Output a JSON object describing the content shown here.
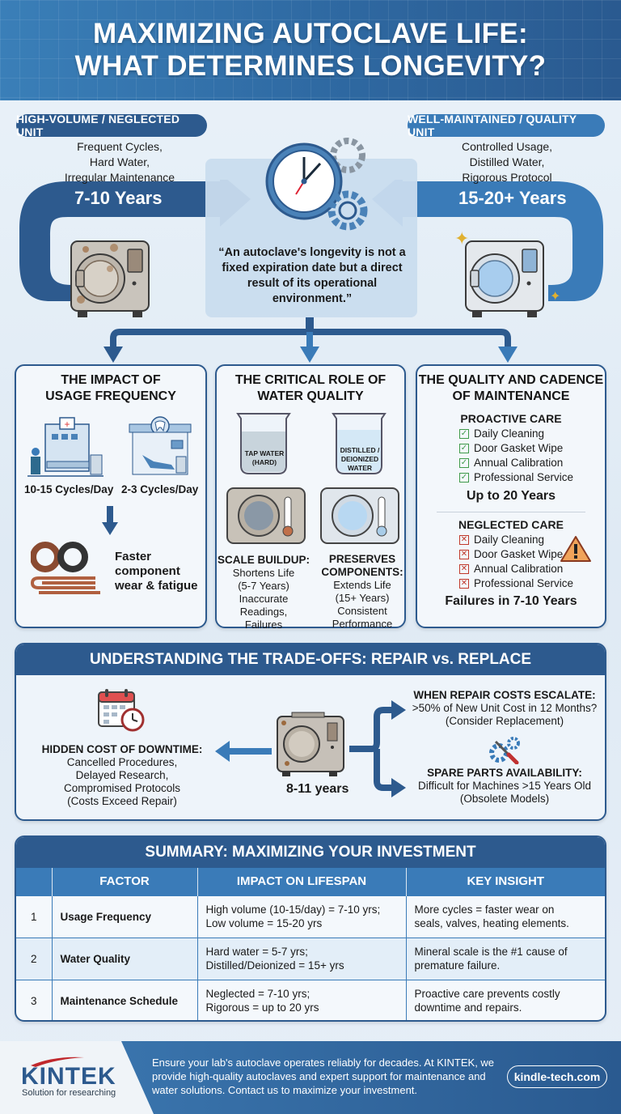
{
  "header": {
    "title_line1": "MAXIMIZING AUTOCLAVE LIFE:",
    "title_line2": "WHAT DETERMINES LONGEVITY?"
  },
  "comparison": {
    "left": {
      "label": "HIGH-VOLUME / NEGLECTED UNIT",
      "factors": [
        "Frequent Cycles,",
        "Hard Water,",
        "Irregular Maintenance"
      ],
      "lifespan": "7-10 Years"
    },
    "right": {
      "label": "WELL-MAINTAINED / QUALITY UNIT",
      "factors": [
        "Controlled Usage,",
        "Distilled Water,",
        "Rigorous Protocol"
      ],
      "lifespan": "15-20+ Years"
    },
    "quote": "“An autoclave's longevity is not a fixed expiration date but a direct result of its operational environment.”"
  },
  "cards": {
    "usage": {
      "title_line1": "THE IMPACT OF",
      "title_line2": "USAGE FREQUENCY",
      "high_label": "10-15 Cycles/Day",
      "low_label": "2-3 Cycles/Day",
      "result": [
        "Faster",
        "component",
        "wear & fatigue"
      ]
    },
    "water": {
      "title_line1": "THE CRITICAL ROLE OF",
      "title_line2": "WATER QUALITY",
      "tap_label": [
        "TAP WATER",
        "(HARD)"
      ],
      "distilled_label": [
        "DISTILLED /",
        "DEIONIZED",
        "WATER"
      ],
      "scale_heading": "SCALE BUILDUP:",
      "scale_lines": [
        "Shortens Life",
        "(5-7 Years)",
        "Inaccurate Readings,",
        "Failures"
      ],
      "preserve_heading_1": "PRESERVES",
      "preserve_heading_2": "COMPONENTS:",
      "preserve_lines": [
        "Extends Life",
        "(15+ Years)",
        "Consistent",
        "Performance"
      ]
    },
    "maintenance": {
      "title_line1": "THE QUALITY AND CADENCE",
      "title_line2": "OF MAINTENANCE",
      "proactive_heading": "PROACTIVE CARE",
      "proactive_items": [
        "Daily Cleaning",
        "Door Gasket Wipe",
        "Annual Calibration",
        "Professional Service"
      ],
      "proactive_result": "Up to 20 Years",
      "neglected_heading": "NEGLECTED CARE",
      "neglected_items": [
        "Daily Cleaning",
        "Door Gasket Wipe",
        "Annual Calibration",
        "Professional Service"
      ],
      "neglected_result": "Failures in 7-10 Years"
    }
  },
  "tradeoffs": {
    "title": "UNDERSTANDING THE TRADE-OFFS: REPAIR vs. REPLACE",
    "downtime_heading": "HIDDEN COST OF DOWNTIME:",
    "downtime_lines": [
      "Cancelled Procedures,",
      "Delayed Research,",
      "Compromised Protocols",
      "(Costs Exceed Repair)"
    ],
    "unit_age": "8-11 years",
    "repair_heading": "WHEN REPAIR COSTS ESCALATE:",
    "repair_lines": [
      ">50% of New Unit Cost in 12 Months?",
      "(Consider Replacement)"
    ],
    "parts_heading": "SPARE PARTS AVAILABILITY:",
    "parts_lines": [
      "Difficult for Machines >15 Years Old",
      "(Obsolete Models)"
    ]
  },
  "summary": {
    "title": "SUMMARY: MAXIMIZING YOUR INVESTMENT",
    "columns": [
      "",
      "FACTOR",
      "IMPACT ON LIFESPAN",
      "KEY INSIGHT"
    ],
    "rows": [
      {
        "num": "1",
        "factor": "Usage Frequency",
        "impact": [
          "High volume (10-15/day) = 7-10 yrs;",
          "Low volume = 15-20 yrs"
        ],
        "insight": [
          "More cycles = faster wear on",
          "seals, valves, heating elements."
        ]
      },
      {
        "num": "2",
        "factor": "Water Quality",
        "impact": [
          "Hard water = 5-7 yrs;",
          "Distilled/Deionized = 15+ yrs"
        ],
        "insight": [
          "Mineral scale is the #1 cause of",
          "premature failure."
        ]
      },
      {
        "num": "3",
        "factor": "Maintenance Schedule",
        "impact": [
          "Neglected = 7-10 yrs;",
          "Rigorous = up to 20 yrs"
        ],
        "insight": [
          "Proactive care prevents costly",
          "downtime and repairs."
        ]
      }
    ]
  },
  "footer": {
    "brand": "KINTEK",
    "tagline": "Solution for researching",
    "text": "Ensure your lab's autoclave operates reliably for decades. At KINTEK, we provide high-quality autoclaves and expert support for maintenance and water solutions. Contact us to maximize your investment.",
    "url": "kindle-tech.com"
  },
  "colors": {
    "navy": "#2d5a8e",
    "blue": "#3a7bb8",
    "check_green": "#3f9a4a",
    "cross_red": "#c0392b",
    "warning_orange": "#f0a35a"
  }
}
